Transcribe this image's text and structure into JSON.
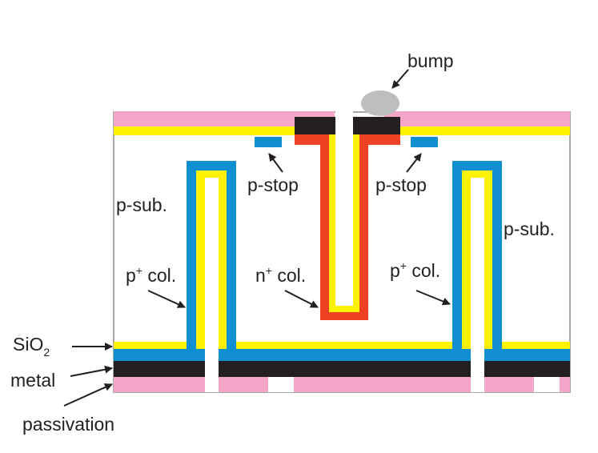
{
  "labels": {
    "bump": "bump",
    "p_stop_left": "p-stop",
    "p_stop_right": "p-stop",
    "p_sub_left": "p-sub.",
    "p_sub_right": "p-sub.",
    "p_col_left_base": "p",
    "p_col_left_sup": "+",
    "p_col_left_rest": " col.",
    "n_col_base": "n",
    "n_col_sup": "+",
    "n_col_rest": " col.",
    "p_col_right_base": "p",
    "p_col_right_sup": "+",
    "p_col_right_rest": " col.",
    "sio2_base": "SiO",
    "sio2_sub": "2",
    "metal": "metal",
    "passivation": "passivation"
  },
  "colors": {
    "passivation": "#f3a6c8",
    "oxide": "#fff200",
    "p_doping": "#0f8ed1",
    "n_doping": "#ef4123",
    "metal": "#231f20",
    "bump": "#bcbec0",
    "substrate_outline": "#a7a9ac",
    "text": "#231f20"
  }
}
